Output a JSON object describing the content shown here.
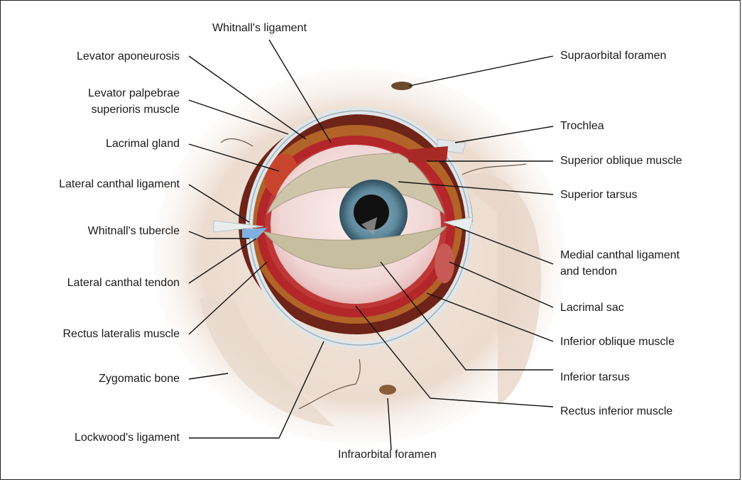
{
  "labels": {
    "whitnalls_ligament": "Whitnall's ligament",
    "levator_aponeurosis": "Levator aponeurosis",
    "levator_palpebrae_1": "Levator palpebrae",
    "levator_palpebrae_2": "superioris muscle",
    "lacrimal_gland": "Lacrimal gland",
    "lateral_canthal_ligament": "Lateral canthal ligament",
    "whitnalls_tubercle": "Whitnall's tubercle",
    "lateral_canthal_tendon": "Lateral canthal tendon",
    "rectus_lateralis_muscle": "Rectus lateralis muscle",
    "zygomatic_bone": "Zygomatic bone",
    "lockwoods_ligament": "Lockwood's ligament",
    "infraorbital_foramen": "Infraorbital foramen",
    "supraorbital_foramen": "Supraorbital foramen",
    "trochlea": "Trochlea",
    "superior_oblique_muscle": "Superior oblique muscle",
    "superior_tarsus": "Superior tarsus",
    "medial_canthal_1": "Medial canthal ligament",
    "medial_canthal_2": "and tendon",
    "lacrimal_sac": "Lacrimal sac",
    "inferior_oblique_muscle": "Inferior oblique muscle",
    "inferior_tarsus": "Inferior tarsus",
    "rectus_inferior_muscle": "Rectus inferior muscle"
  },
  "colors": {
    "skin": "#efe2d8",
    "muscle": "#b3262a",
    "tarsus": "#cfc5ab",
    "iris": "#5f8a9e",
    "ligament": "#dfe6ea",
    "tubercle": "#7fb0e0",
    "fat": "#d99a3a"
  }
}
